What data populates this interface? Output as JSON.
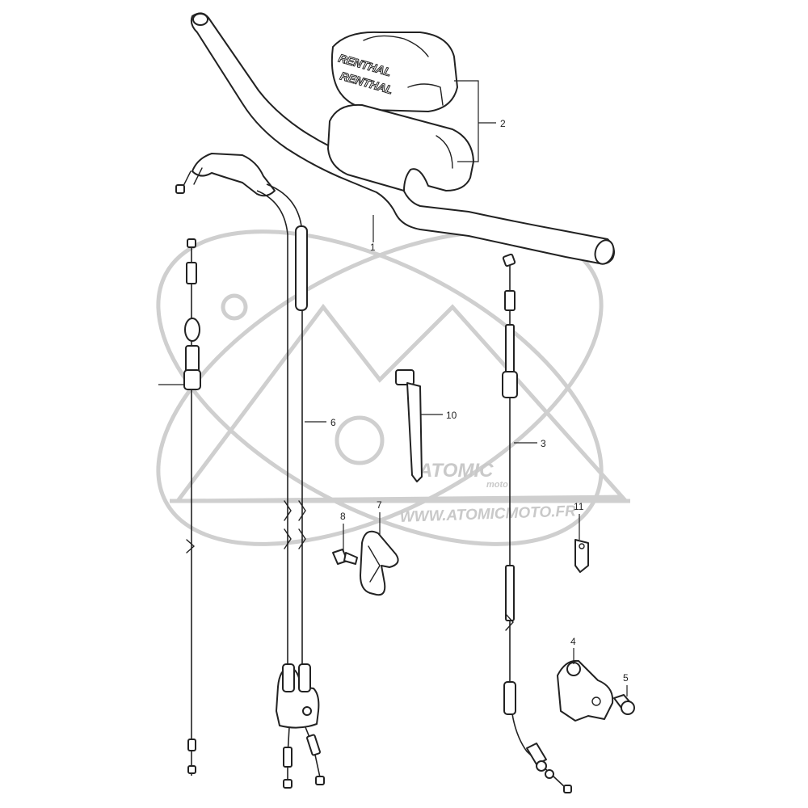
{
  "watermark": {
    "logo_text": "ATOMIC",
    "logo_sub": "moto",
    "url": "WWW.ATOMICMOTO.FR",
    "color": "#c9c9c9"
  },
  "pad": {
    "brand_top": "RENTHAL",
    "brand_bottom": "RENTHAL"
  },
  "callouts": [
    {
      "id": "1",
      "label": "1"
    },
    {
      "id": "2",
      "label": "2"
    },
    {
      "id": "3",
      "label": "3"
    },
    {
      "id": "4",
      "label": "4"
    },
    {
      "id": "5",
      "label": "5"
    },
    {
      "id": "6",
      "label": "6"
    },
    {
      "id": "7",
      "label": "7"
    },
    {
      "id": "8",
      "label": "8"
    },
    {
      "id": "10",
      "label": "10"
    },
    {
      "id": "11",
      "label": "11"
    }
  ],
  "colors": {
    "line": "#222222",
    "background": "#ffffff"
  }
}
